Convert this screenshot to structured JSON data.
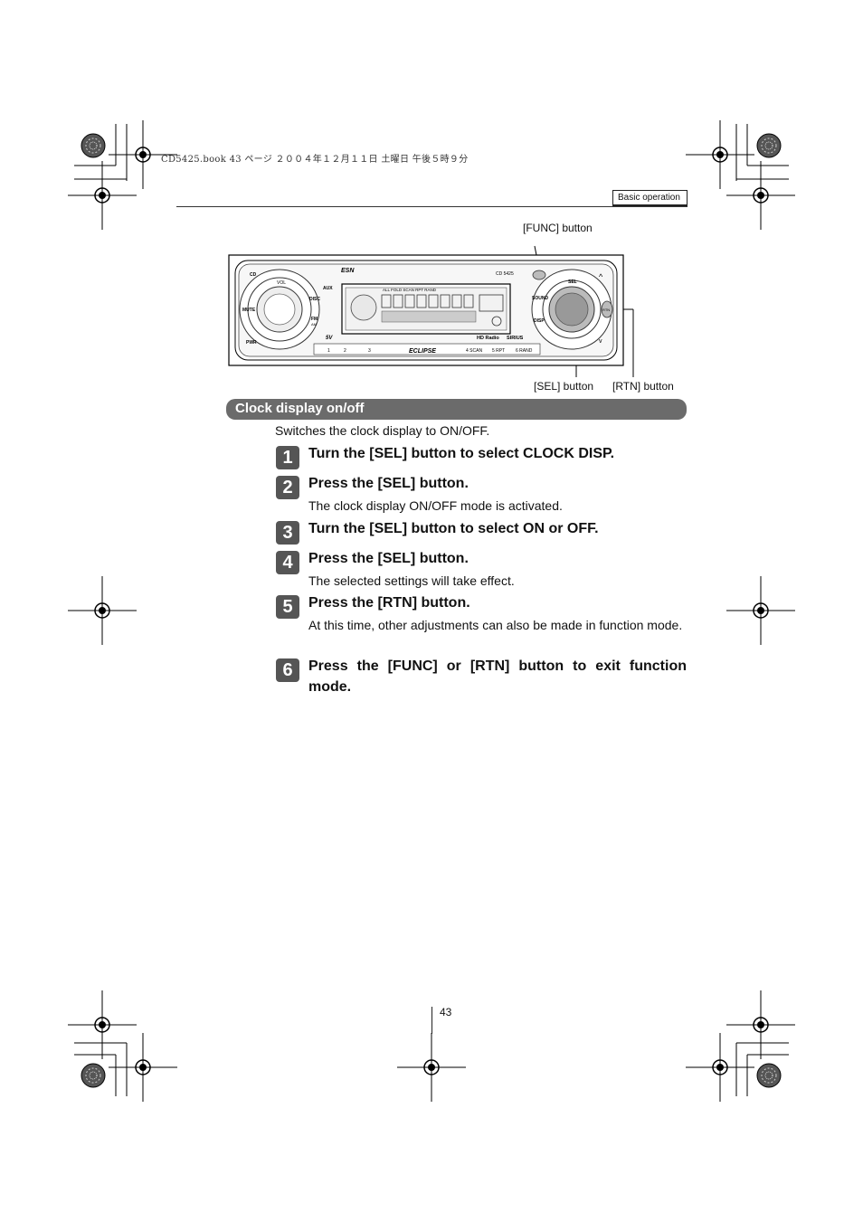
{
  "header": {
    "file_line": "CD5425.book  43 ページ  ２００４年１２月１１日  土曜日  午後５時９分",
    "section_tab": "Basic operation"
  },
  "figure": {
    "callouts": {
      "func": "[FUNC] button",
      "sel": "[SEL] button",
      "rtn": "[RTN] button"
    },
    "device": {
      "brand": "ESN",
      "model": "CD 5425",
      "logo": "ECLIPSE",
      "left_buttons": [
        "CD",
        "VOL",
        "AUX",
        "DISC",
        "MUTE",
        "FM AM",
        "PWR"
      ],
      "right_buttons": [
        "SEL",
        "SOUND",
        "DISP",
        "RTN"
      ],
      "display_top": "ALL FOLD SCAN RPT RAND",
      "presets": [
        "1",
        "2",
        "3",
        "4",
        "5",
        "6"
      ],
      "preset_labels": [
        "SCAN",
        "RPT",
        "RAND"
      ],
      "badges": [
        "HD Radio",
        "SIRIUS"
      ]
    }
  },
  "section": {
    "title": "Clock display on/off",
    "intro": "Switches the clock display to ON/OFF."
  },
  "steps": [
    {
      "num": "1",
      "title": "Turn the [SEL] button to select CLOCK DISP.",
      "desc": ""
    },
    {
      "num": "2",
      "title": "Press the [SEL] button.",
      "desc": "The clock display ON/OFF mode is activated."
    },
    {
      "num": "3",
      "title": "Turn the [SEL] button to select ON or OFF.",
      "desc": ""
    },
    {
      "num": "4",
      "title": "Press the [SEL] button.",
      "desc": "The selected settings will take effect."
    },
    {
      "num": "5",
      "title": "Press the [RTN] button.",
      "desc": "At this time, other adjustments can also be made in function mode."
    },
    {
      "num": "6",
      "title": "Press the [FUNC] or [RTN] button to exit function mode.",
      "desc": ""
    }
  ],
  "page_number": "43"
}
